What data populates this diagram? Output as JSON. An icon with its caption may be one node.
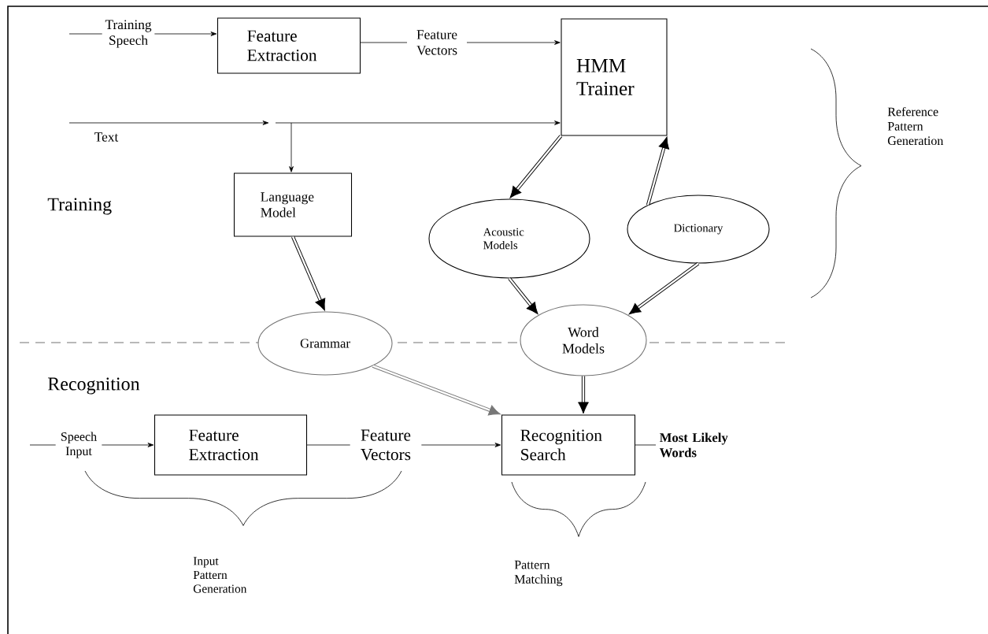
{
  "diagram": {
    "nodes": [
      {
        "text": [
          "Feature Extraction"
        ]
      },
      {
        "text": [
          "HMM Trainer"
        ]
      },
      {
        "text": [
          "Language Model"
        ]
      },
      {
        "text": [
          "Acoustic Models"
        ]
      },
      {
        "text": [
          "Dictionary"
        ]
      },
      {
        "text": [
          "Grammar"
        ]
      },
      {
        "text": [
          "Word Models"
        ]
      },
      {
        "text": [
          "Feature Extraction"
        ]
      },
      {
        "text": [
          "Recognition Search"
        ]
      },
      {
        "text": [
          "Most Likely Words"
        ]
      }
    ],
    "edges": [
      {
        "from": null,
        "to": 0,
        "arrow": "to",
        "label": "Training Speech"
      },
      {
        "from": 0,
        "to": 1,
        "arrow": "to",
        "label": "Feature Vectors"
      },
      {
        "from": null,
        "to": 1,
        "arrow": "to",
        "label": "Text"
      },
      {
        "from": null,
        "to": 2,
        "arrow": "to"
      },
      {
        "from": 1,
        "to": 3,
        "arrow": "to",
        "style": "thick"
      },
      {
        "from": 4,
        "to": 1,
        "arrow": "to",
        "style": "thick"
      },
      {
        "from": 2,
        "to": 5,
        "arrow": "to",
        "style": "thick"
      },
      {
        "from": 3,
        "to": 6,
        "arrow": "to",
        "style": "thick"
      },
      {
        "from": 4,
        "to": 6,
        "arrow": "to",
        "style": "thick"
      },
      {
        "from": 5,
        "to": 8,
        "arrow": "to",
        "style": "thick",
        "color": "#777777"
      },
      {
        "from": 6,
        "to": 8,
        "arrow": "to",
        "style": "thick"
      },
      {
        "from": null,
        "to": 7,
        "arrow": "to",
        "label": "Speech Input"
      },
      {
        "from": 7,
        "to": 8,
        "arrow": "to",
        "label": "Feature Vectors"
      },
      {
        "from": 8,
        "to": 9,
        "arrow": "none"
      }
    ],
    "labels": [
      "Reference Pattern Generation",
      "Training",
      "Recognition",
      "Input Pattern Generation",
      "Pattern Matching"
    ]
  }
}
